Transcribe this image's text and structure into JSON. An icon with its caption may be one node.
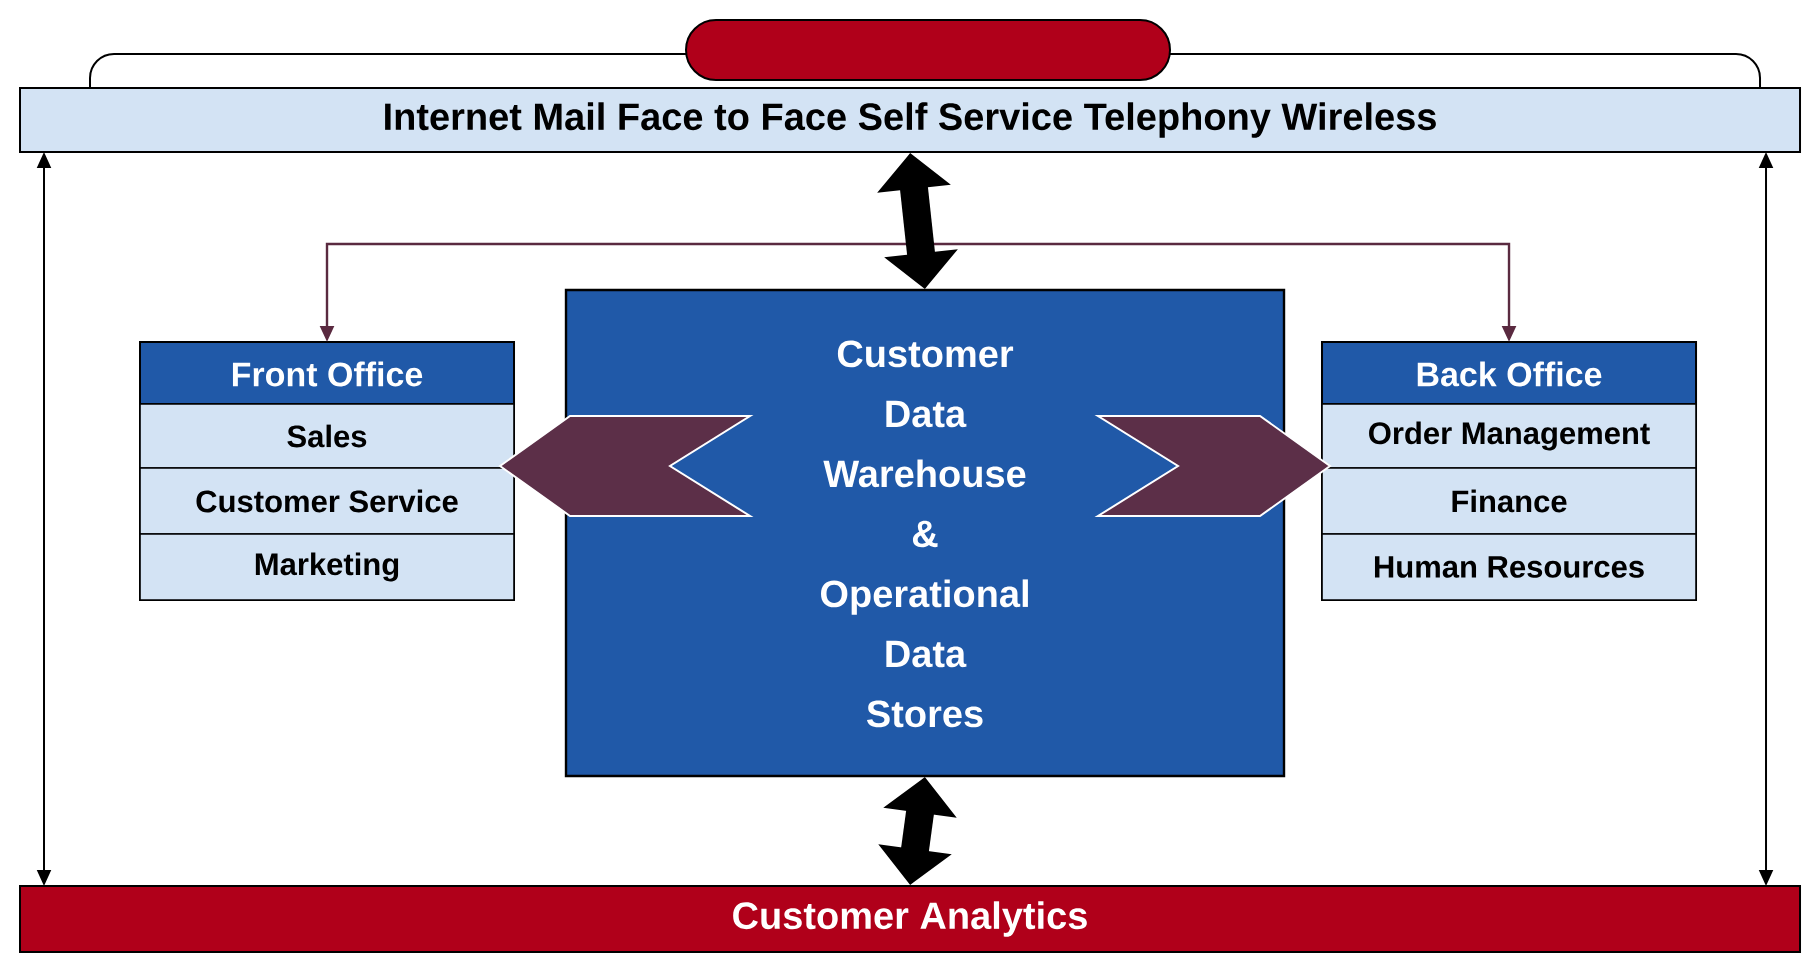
{
  "diagram": {
    "nodes": [
      {
        "text": [],
        "shape": "box"
      },
      {
        "text": [
          "Internet Mail Face to Face Self Service Telephony Wireless"
        ]
      },
      {
        "text": [
          "Customer Data Warehouse & Operational Data Stores"
        ]
      },
      {
        "text": [
          "Front Office"
        ]
      },
      {
        "text": [
          "Sales"
        ],
        "in": 3
      },
      {
        "text": [
          "Customer Service"
        ],
        "in": 3
      },
      {
        "text": [
          "Marketing"
        ],
        "in": 3
      },
      {
        "text": [
          "Back Office"
        ]
      },
      {
        "text": [
          "Order Management"
        ],
        "in": 7
      },
      {
        "text": [
          "Finance"
        ],
        "in": 7
      },
      {
        "text": [
          "Human Resources"
        ],
        "in": 7
      },
      {
        "text": [
          "Customer Analytics"
        ]
      }
    ],
    "edges": [
      {
        "from": 1,
        "to": 2,
        "arrow": "both",
        "style": "thick"
      },
      {
        "from": 2,
        "to": 11,
        "arrow": "both",
        "style": "thick"
      },
      {
        "from": 2,
        "to": 3,
        "arrow": "to",
        "color": "#5a2a40"
      },
      {
        "from": 2,
        "to": 7,
        "arrow": "to",
        "color": "#5a2a40"
      },
      {
        "from": 2,
        "to": 3,
        "arrow": "to",
        "style": "thick",
        "color": "#5c2f48"
      },
      {
        "from": 2,
        "to": 7,
        "arrow": "to",
        "style": "thick",
        "color": "#5c2f48"
      },
      {
        "from": 11,
        "to": 1,
        "arrow": "both"
      },
      {
        "from": 11,
        "to": 1,
        "arrow": "both"
      }
    ]
  }
}
